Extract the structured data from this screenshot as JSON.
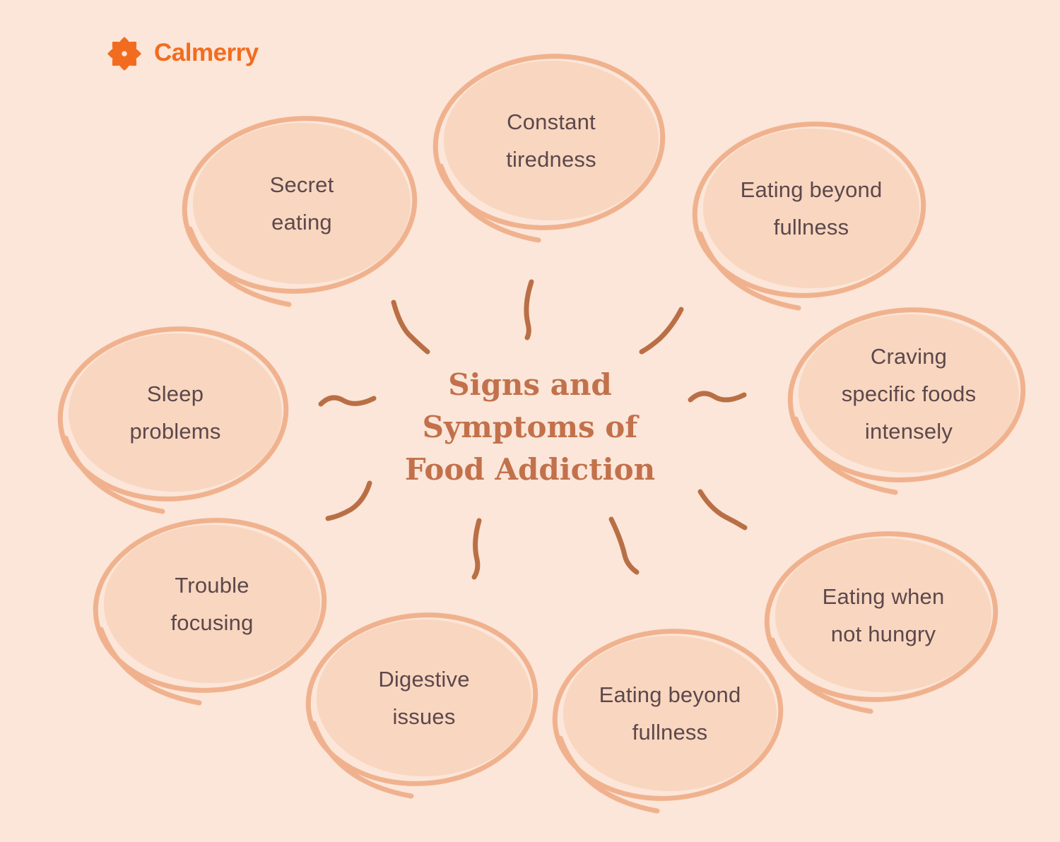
{
  "brand": {
    "name": "Calmerry",
    "icon": "flower-icon",
    "color": "#F26C1F"
  },
  "title": {
    "text": "Signs and\nSymptoms of\nFood Addiction",
    "color": "#C2714B"
  },
  "bubbles": [
    {
      "id": "secret-eating",
      "label": "Secret\neating"
    },
    {
      "id": "constant-tiredness",
      "label": "Constant\ntiredness"
    },
    {
      "id": "eating-beyond-fullness-top",
      "label": "Eating beyond\nfullness"
    },
    {
      "id": "craving-specific-foods-intensely",
      "label": "Craving\nspecific foods\nintensely"
    },
    {
      "id": "sleep-problems",
      "label": "Sleep\nproblems"
    },
    {
      "id": "trouble-focusing",
      "label": "Trouble\nfocusing"
    },
    {
      "id": "digestive-issues",
      "label": "Digestive\nissues"
    },
    {
      "id": "eating-beyond-fullness-bottom",
      "label": "Eating beyond\nfullness"
    },
    {
      "id": "eating-when-not-hungry",
      "label": "Eating when\nnot hungry"
    }
  ],
  "colors": {
    "background": "#FBE6D9",
    "bubble_fill": "#F9D6BF",
    "bubble_outline": "#F0B28E",
    "ray_stroke": "#B96F45",
    "label_text": "#5C484C",
    "title_text": "#C2714B",
    "brand_orange": "#F26C1F"
  }
}
